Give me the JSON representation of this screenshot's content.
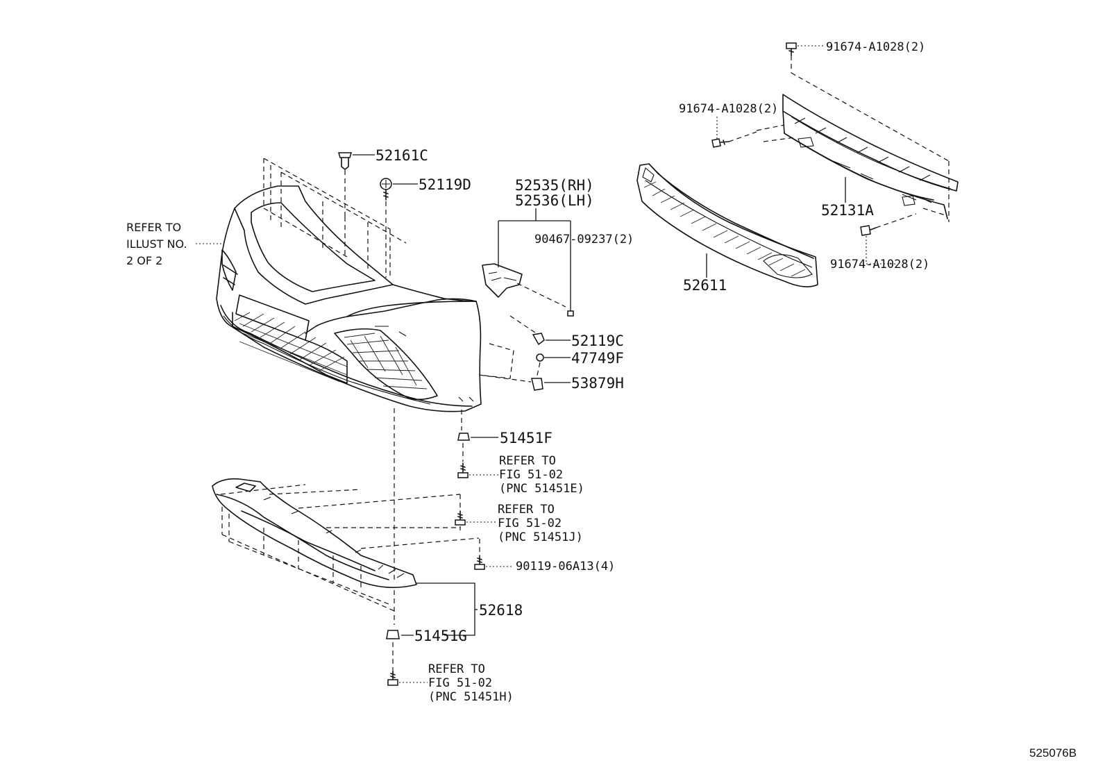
{
  "colors": {
    "ink": "#111111",
    "background": "#ffffff"
  },
  "figure_id": "525076B",
  "labels": {
    "p52161C": "52161C",
    "p52119D": "52119D",
    "p52535": "52535(RH)",
    "p52536": "52536(LH)",
    "p90467": "90467-09237(2)",
    "p52119C": "52119C",
    "p47749F": "47749F",
    "p53879H": "53879H",
    "p51451F": "51451F",
    "p52618": "52618",
    "p51451G": "51451G",
    "p90119": "90119-06A13(4)",
    "p91674_top": "91674-A1028(2)",
    "p91674_left": "91674-A1028(2)",
    "p91674_right": "91674-A1028(2)",
    "p52131A": "52131A",
    "p52611": "52611"
  },
  "refer_illust": [
    "REFER TO",
    "ILLUST NO.",
    "2 OF 2"
  ],
  "refer_51451E": [
    "REFER TO",
    "FIG 51-02",
    "(PNC 51451E)"
  ],
  "refer_51451J": [
    "REFER TO",
    "FIG 51-02",
    "(PNC 51451J)"
  ],
  "refer_51451H": [
    "REFER TO",
    "FIG 51-02",
    "(PNC 51451H)"
  ]
}
